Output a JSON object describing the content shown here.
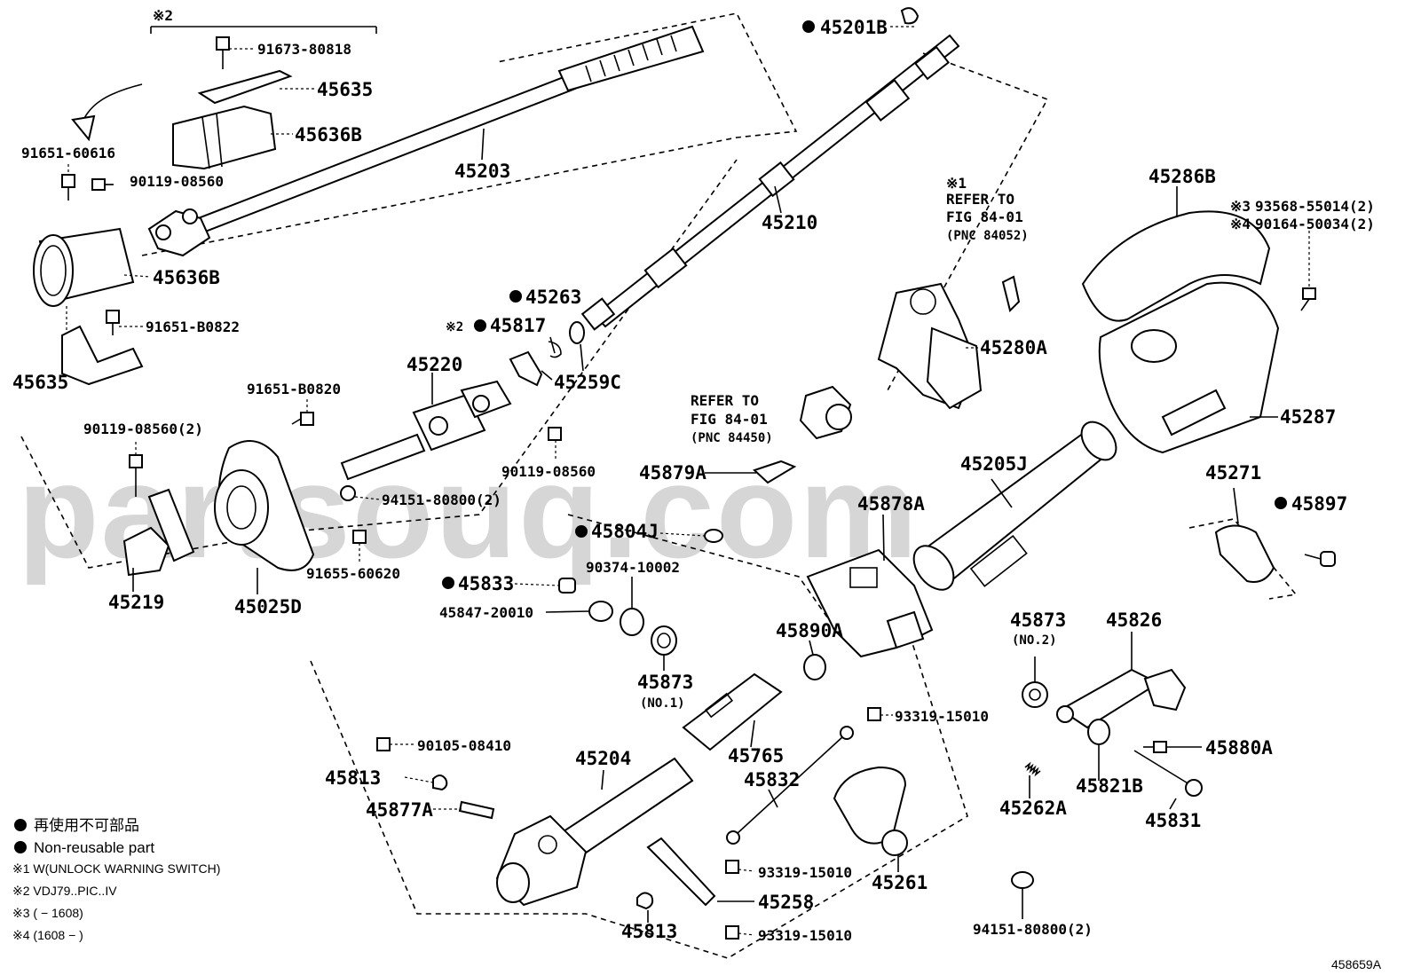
{
  "watermark": "partsouq.com",
  "diagram_code": "458659A",
  "legend": {
    "dot_jp": "再使用不可部品",
    "dot_en": "Non-reusable part",
    "note1": "※1  W(UNLOCK WARNING SWITCH)",
    "note2": "※2  VDJ79..PIC..IV",
    "note3": "※3 (        − 1608)",
    "note4": "※4 (1608  −       )"
  },
  "refs": {
    "ref1_mark": "※1",
    "ref1_line1": "REFER TO",
    "ref1_line2": "FIG 84-01",
    "ref1_line3": "(PNC 84052)",
    "ref2_line1": "REFER TO",
    "ref2_line2": "FIG 84-01",
    "ref2_line3": "(PNC 84450)",
    "mark2_top": "※2"
  },
  "parts": {
    "p45201B": "45201B",
    "p91673": "91673-80818",
    "p45635a": "45635",
    "p45636Ba": "45636B",
    "p45203": "45203",
    "p91651_606": "91651-60616",
    "p90119a": "90119-08560",
    "p45636Bb": "45636B",
    "p91651_822": "91651-B0822",
    "p45635b": "45635",
    "p45210": "45210",
    "p45263": "45263",
    "p45817": "45817",
    "p45817_mark": "※2",
    "p45259C": "45259C",
    "p45220": "45220",
    "p91651_820": "91651-B0820",
    "p90119b": "90119-08560(2)",
    "p90119c": "90119-08560",
    "p94151a": "94151-80800(2)",
    "p91655": "91655-60620",
    "p45219": "45219",
    "p45025D": "45025D",
    "p45280A": "45280A",
    "p45286B": "45286B",
    "p93568": "93568-55014(2)",
    "p93568_mark": "※3",
    "p90164": "90164-50034(2)",
    "p90164_mark": "※4",
    "p45287": "45287",
    "p45205J": "45205J",
    "p45879A": "45879A",
    "p45878A": "45878A",
    "p45271": "45271",
    "p45897": "45897",
    "p45804J": "45804J",
    "p90374": "90374-10002",
    "p45833": "45833",
    "p45847": "45847-20010",
    "p45873a": "45873",
    "p45873a_sub": "(NO.1)",
    "p45890A": "45890A",
    "p45873b": "45873",
    "p45873b_sub": "(NO.2)",
    "p45826": "45826",
    "p93319a": "93319-15010",
    "p90105": "90105-08410",
    "p45765": "45765",
    "p45880A": "45880A",
    "p45813a": "45813",
    "p45204": "45204",
    "p45832": "45832",
    "p45262A": "45262A",
    "p45821B": "45821B",
    "p45877A": "45877A",
    "p45831": "45831",
    "p45261": "45261",
    "p93319b": "93319-15010",
    "p45258": "45258",
    "p45813b": "45813",
    "p93319c": "93319-15010",
    "p94151b": "94151-80800(2)"
  }
}
